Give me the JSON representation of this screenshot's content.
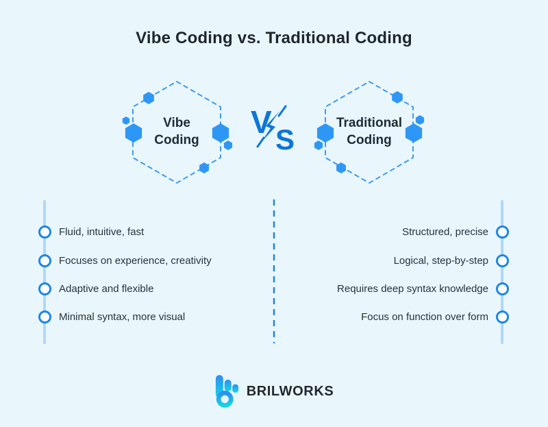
{
  "title": "Vibe Coding vs. Traditional Coding",
  "hexagons": {
    "left": {
      "label": "Vibe\nCoding"
    },
    "right": {
      "label": "Traditional\nCoding"
    }
  },
  "vs": {
    "v": "V",
    "s": "S"
  },
  "comparison": {
    "left": {
      "items": [
        "Fluid, intuitive, fast",
        "Focuses on experience, creativity",
        "Adaptive and flexible",
        "Minimal syntax, more visual"
      ]
    },
    "right": {
      "items": [
        "Structured, precise",
        "Logical, step-by-step",
        "Requires deep syntax knowledge",
        "Focus on function over form"
      ]
    }
  },
  "footer": {
    "brand": "BRILWORKS",
    "logo_icon": "brilworks-b-logo"
  },
  "colors": {
    "background": "#e9f6fc",
    "solid_hex_blue": "#2e97f5",
    "dashed_border_blue": "#3d9bee",
    "vs_blue": "#0d76d8",
    "timeline_line": "#b0d7f7",
    "bullet_ring": "#1c87e5",
    "center_divider": "#1b82dc",
    "title_text": "#1f262e",
    "list_text": "#26323e",
    "hex_label_text": "#1d2b3a",
    "logo_gradient_start": "#2f8ef2",
    "logo_gradient_end": "#12d6e2"
  }
}
